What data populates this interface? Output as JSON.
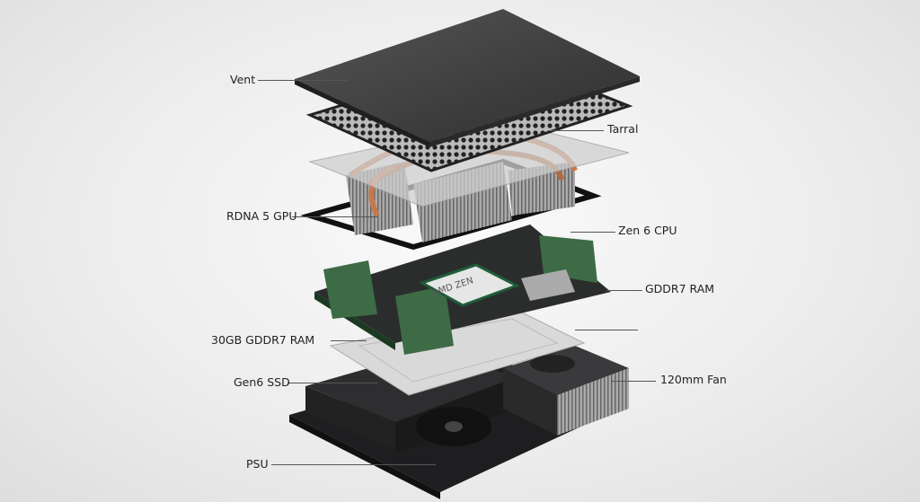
{
  "title": "Exploded view of compact PC",
  "labels": {
    "vent": "Vent",
    "tarral": "Tarral",
    "gpu": "RDNA 5 GPU",
    "cpu": "Zen 6 CPU",
    "gddr7": "GDDR7 RAM",
    "ram30": "30GB GDDR7 RAM",
    "ssd": "Gen6 SSD",
    "fan": "120mm Fan",
    "psu": "PSU"
  },
  "chip_text": "AMD ZEN",
  "colors": {
    "panel": "#3a3a3c",
    "copper": "#c7794a",
    "pcb": "#2b2d2c",
    "ram": "#3d6b45",
    "silver": "#c9c9c9"
  }
}
